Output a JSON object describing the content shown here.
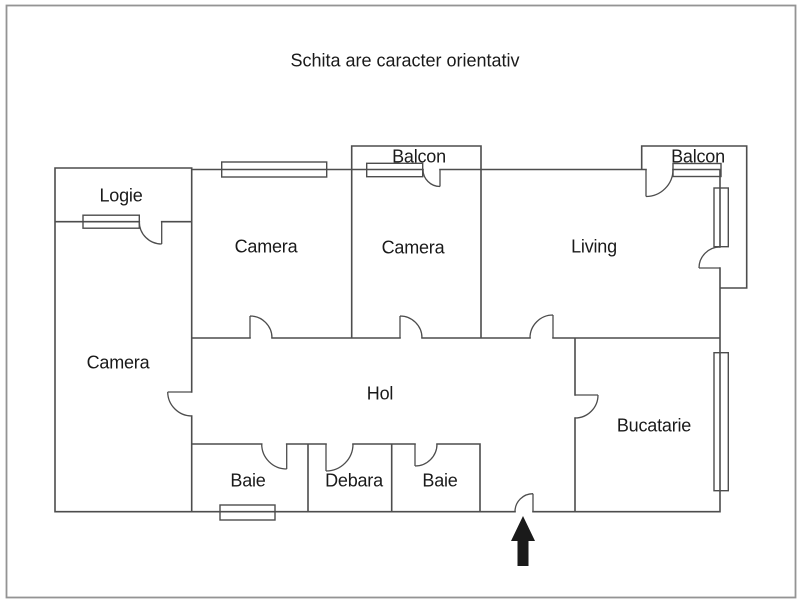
{
  "title": "Schita are caracter orientativ",
  "rooms": {
    "logie": "Logie",
    "camera_top_left": "Camera",
    "camera_top_middle": "Camera",
    "living": "Living",
    "balcon_middle": "Balcon",
    "balcon_right": "Balcon",
    "camera_left": "Camera",
    "hol": "Hol",
    "baie_left": "Baie",
    "debara": "Debara",
    "baie_right": "Baie",
    "bucatarie": "Bucatarie"
  },
  "icons": {
    "entrance_arrow": "arrow-up"
  },
  "colors": {
    "wall": "#4d4d4d",
    "frame": "#949494",
    "text": "#1a1a1a",
    "arrow": "#1a1a1a",
    "background": "#ffffff"
  }
}
